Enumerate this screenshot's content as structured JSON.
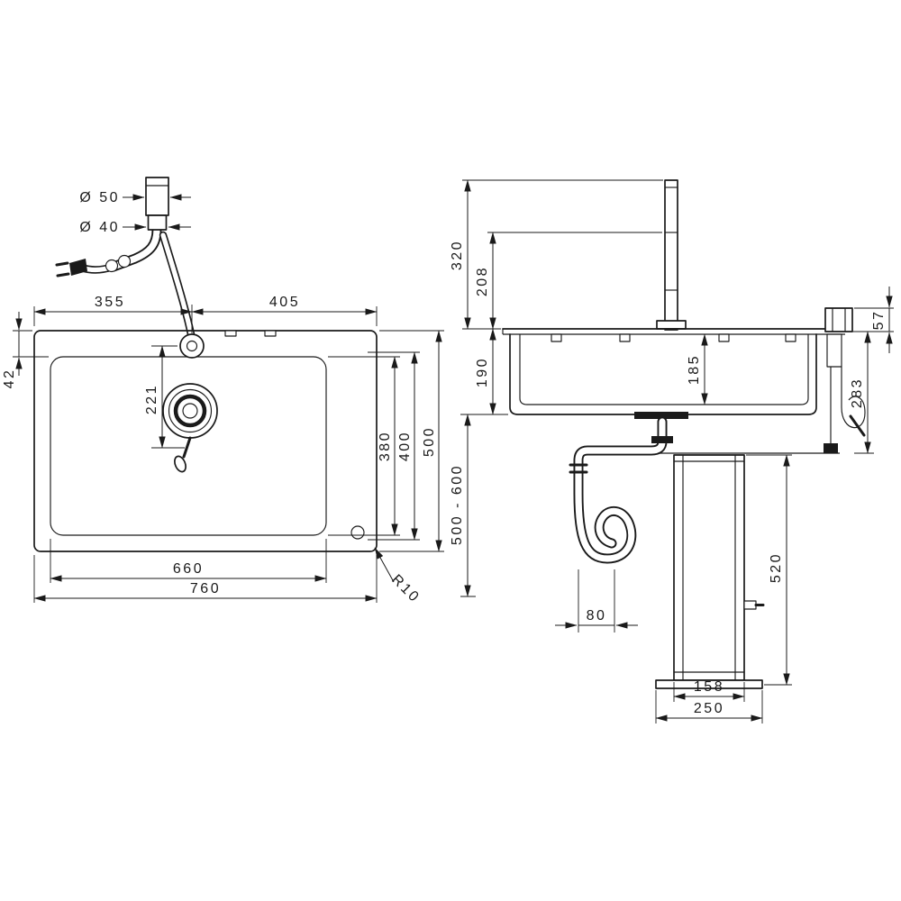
{
  "colors": {
    "ink": "#1a1a1a",
    "paper": "#ffffff"
  },
  "plan": {
    "dims": {
      "d50": "Ø 50",
      "d40": "Ø 40",
      "w355": "355",
      "w405": "405",
      "h42": "42",
      "h221": "221",
      "h380": "380",
      "h400": "400",
      "h500": "500",
      "w660": "660",
      "w760": "760",
      "r10": "R10"
    }
  },
  "section": {
    "dims": {
      "h320": "320",
      "h208": "208",
      "h190": "190",
      "h185": "185",
      "h57": "57",
      "h283": "283",
      "range": "500 - 600",
      "h520": "520",
      "w80": "80",
      "w158": "158",
      "w250": "250"
    }
  }
}
